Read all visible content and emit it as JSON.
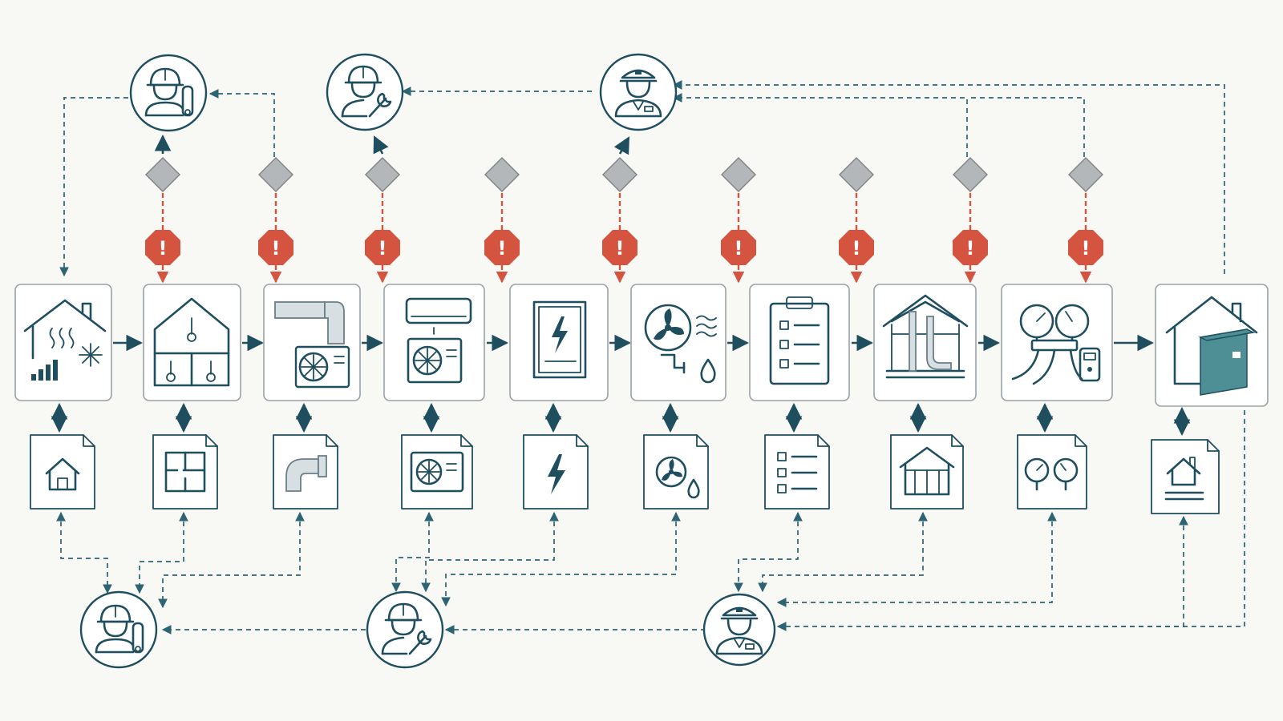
{
  "diagram": {
    "layout": "left-to-right process chain with per-step documents, gate diamonds, warning markers and role reviewers",
    "colors": {
      "stroke": "#1f4e5f",
      "accent_teal": "#4e8f95",
      "warning": "#d5543f",
      "gate": "#b3b7b9",
      "background": "#f8f8f4"
    },
    "steps": [
      {
        "icon": "house-heating-cooling-icon"
      },
      {
        "icon": "room-temperature-zones-icon"
      },
      {
        "icon": "duct-outdoor-unit-icon"
      },
      {
        "icon": "split-ac-unit-icon"
      },
      {
        "icon": "electrical-panel-icon"
      },
      {
        "icon": "fan-drain-icon"
      },
      {
        "icon": "checklist-clipboard-icon"
      },
      {
        "icon": "house-framing-pipes-icon"
      },
      {
        "icon": "pressure-gauges-icon"
      },
      {
        "icon": "house-handover-package-icon"
      }
    ],
    "documents": [
      {
        "icon": "house-doc-icon"
      },
      {
        "icon": "floorplan-doc-icon"
      },
      {
        "icon": "duct-elbow-doc-icon"
      },
      {
        "icon": "outdoor-unit-doc-icon"
      },
      {
        "icon": "lightning-doc-icon"
      },
      {
        "icon": "fan-drop-doc-icon"
      },
      {
        "icon": "checklist-doc-icon"
      },
      {
        "icon": "house-frame-doc-icon"
      },
      {
        "icon": "gauges-doc-icon"
      },
      {
        "icon": "house-certificate-doc-icon"
      }
    ],
    "gates": 9,
    "warnings": {
      "count": 9,
      "symbol": "!"
    },
    "roles_top": [
      {
        "icon": "engineer-with-plans-icon"
      },
      {
        "icon": "technician-with-wrench-icon"
      },
      {
        "icon": "inspector-officer-icon"
      }
    ],
    "roles_bottom": [
      {
        "icon": "engineer-with-plans-icon"
      },
      {
        "icon": "technician-with-wrench-icon"
      },
      {
        "icon": "inspector-officer-icon"
      }
    ]
  }
}
